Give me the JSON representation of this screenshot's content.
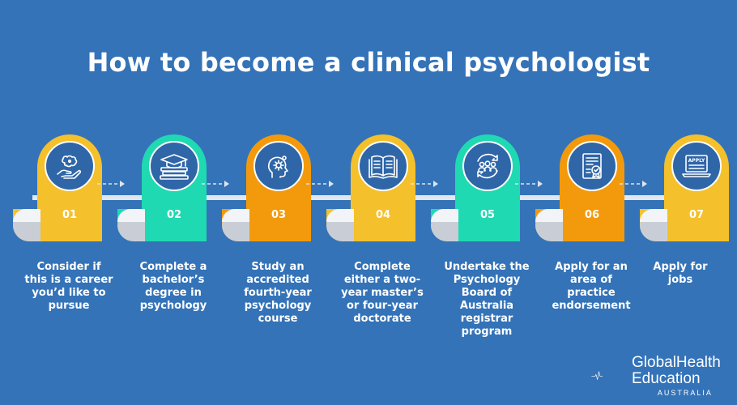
{
  "title": "How to become a clinical psychologist",
  "colors": {
    "background": "#3473b8",
    "yellow": "#f4c02b",
    "teal": "#1fd9b2",
    "orange": "#f39a0c",
    "circle": "#2f66a8"
  },
  "steps": [
    {
      "num": "01",
      "text": "Consider if this is a career you’d like to pursue",
      "color": "#f4c02b",
      "icon": "brain-in-hand-icon"
    },
    {
      "num": "02",
      "text": "Complete a bachelor’s degree in psychology",
      "color": "#1fd9b2",
      "icon": "graduation-cap-books-icon"
    },
    {
      "num": "03",
      "text": "Study an accredited fourth-year psychology course",
      "color": "#f39a0c",
      "icon": "head-gears-icon"
    },
    {
      "num": "04",
      "text": "Complete either a two-year master’s or four-year doctorate",
      "color": "#f4c02b",
      "icon": "open-book-icon"
    },
    {
      "num": "05",
      "text": "Undertake the Psychology Board of Australia registrar program",
      "color": "#1fd9b2",
      "icon": "people-cycle-icon"
    },
    {
      "num": "06",
      "text": "Apply for an area of practice endorsement",
      "color": "#f39a0c",
      "icon": "certificate-document-icon"
    },
    {
      "num": "07",
      "text": "Apply for jobs",
      "color": "#f4c02b",
      "icon": "apply-laptop-icon"
    }
  ],
  "apply_icon_label": "APPLY",
  "logo": {
    "line1": "GlobalHealth",
    "line2": "Education",
    "line3": "AUSTRALIA"
  }
}
